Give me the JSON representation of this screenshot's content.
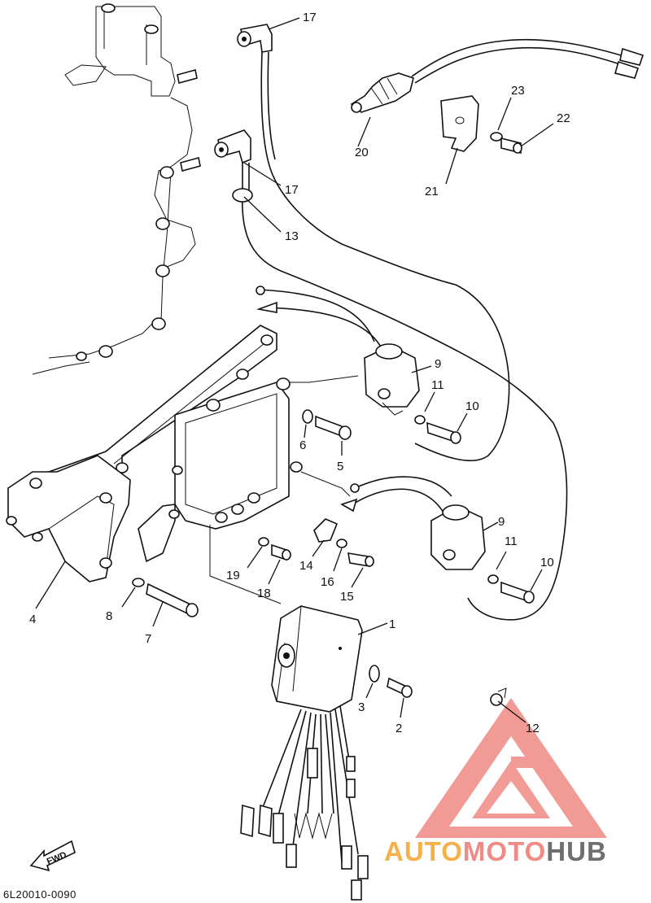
{
  "diagram": {
    "drawing_code": "6L20010-0090",
    "fwd_label": "FWD",
    "callouts": {
      "c1": "1",
      "c2": "2",
      "c3": "3",
      "c4": "4",
      "c5": "5",
      "c6": "6",
      "c7": "7",
      "c8": "8",
      "c9a": "9",
      "c9b": "9",
      "c10a": "10",
      "c10b": "10",
      "c11a": "11",
      "c11b": "11",
      "c12": "12",
      "c13": "13",
      "c14": "14",
      "c15": "15",
      "c16": "16",
      "c17a": "17",
      "c17b": "17",
      "c18": "18",
      "c19": "19",
      "c20": "20",
      "c21": "21",
      "c22": "22",
      "c23": "23"
    }
  },
  "watermark": {
    "auto": "AUTO",
    "moto": "MOTO",
    "hub": "HUB",
    "colors": {
      "orange": "#f6b04a",
      "red": "#f08a84",
      "gray": "#6f6f6f"
    }
  }
}
